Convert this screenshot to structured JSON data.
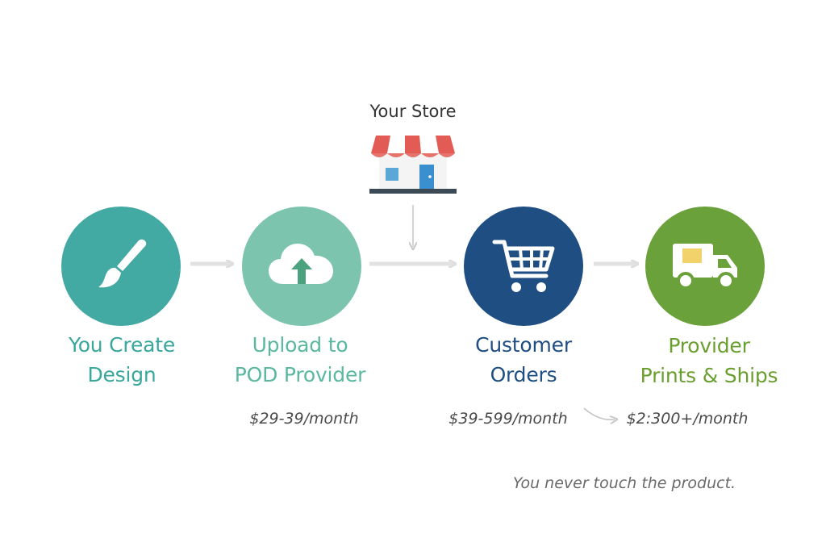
{
  "store": {
    "title": "Your Store",
    "icon": "storefront-icon"
  },
  "steps": [
    {
      "line1": "You Create",
      "line2": "Design",
      "icon": "paintbrush-icon",
      "color": "#42a9a3",
      "label_color": "#3aa79c"
    },
    {
      "line1": "Upload to",
      "line2": "POD Provider",
      "icon": "cloud-upload-icon",
      "color": "#7cc4ad",
      "label_color": "#5ab8a0"
    },
    {
      "line1": "Customer",
      "line2": "Orders",
      "icon": "shopping-cart-icon",
      "color": "#1f4e83",
      "label_color": "#1f4e83"
    },
    {
      "line1": "Provider",
      "line2": "Prints & Ships",
      "icon": "delivery-truck-icon",
      "color": "#6aa13a",
      "label_color": "#6a9e2f"
    }
  ],
  "prices": {
    "upload": "$29-39/month",
    "orders": "$39-599/month",
    "ships": "$2:300+/month"
  },
  "note": "You never touch the product."
}
